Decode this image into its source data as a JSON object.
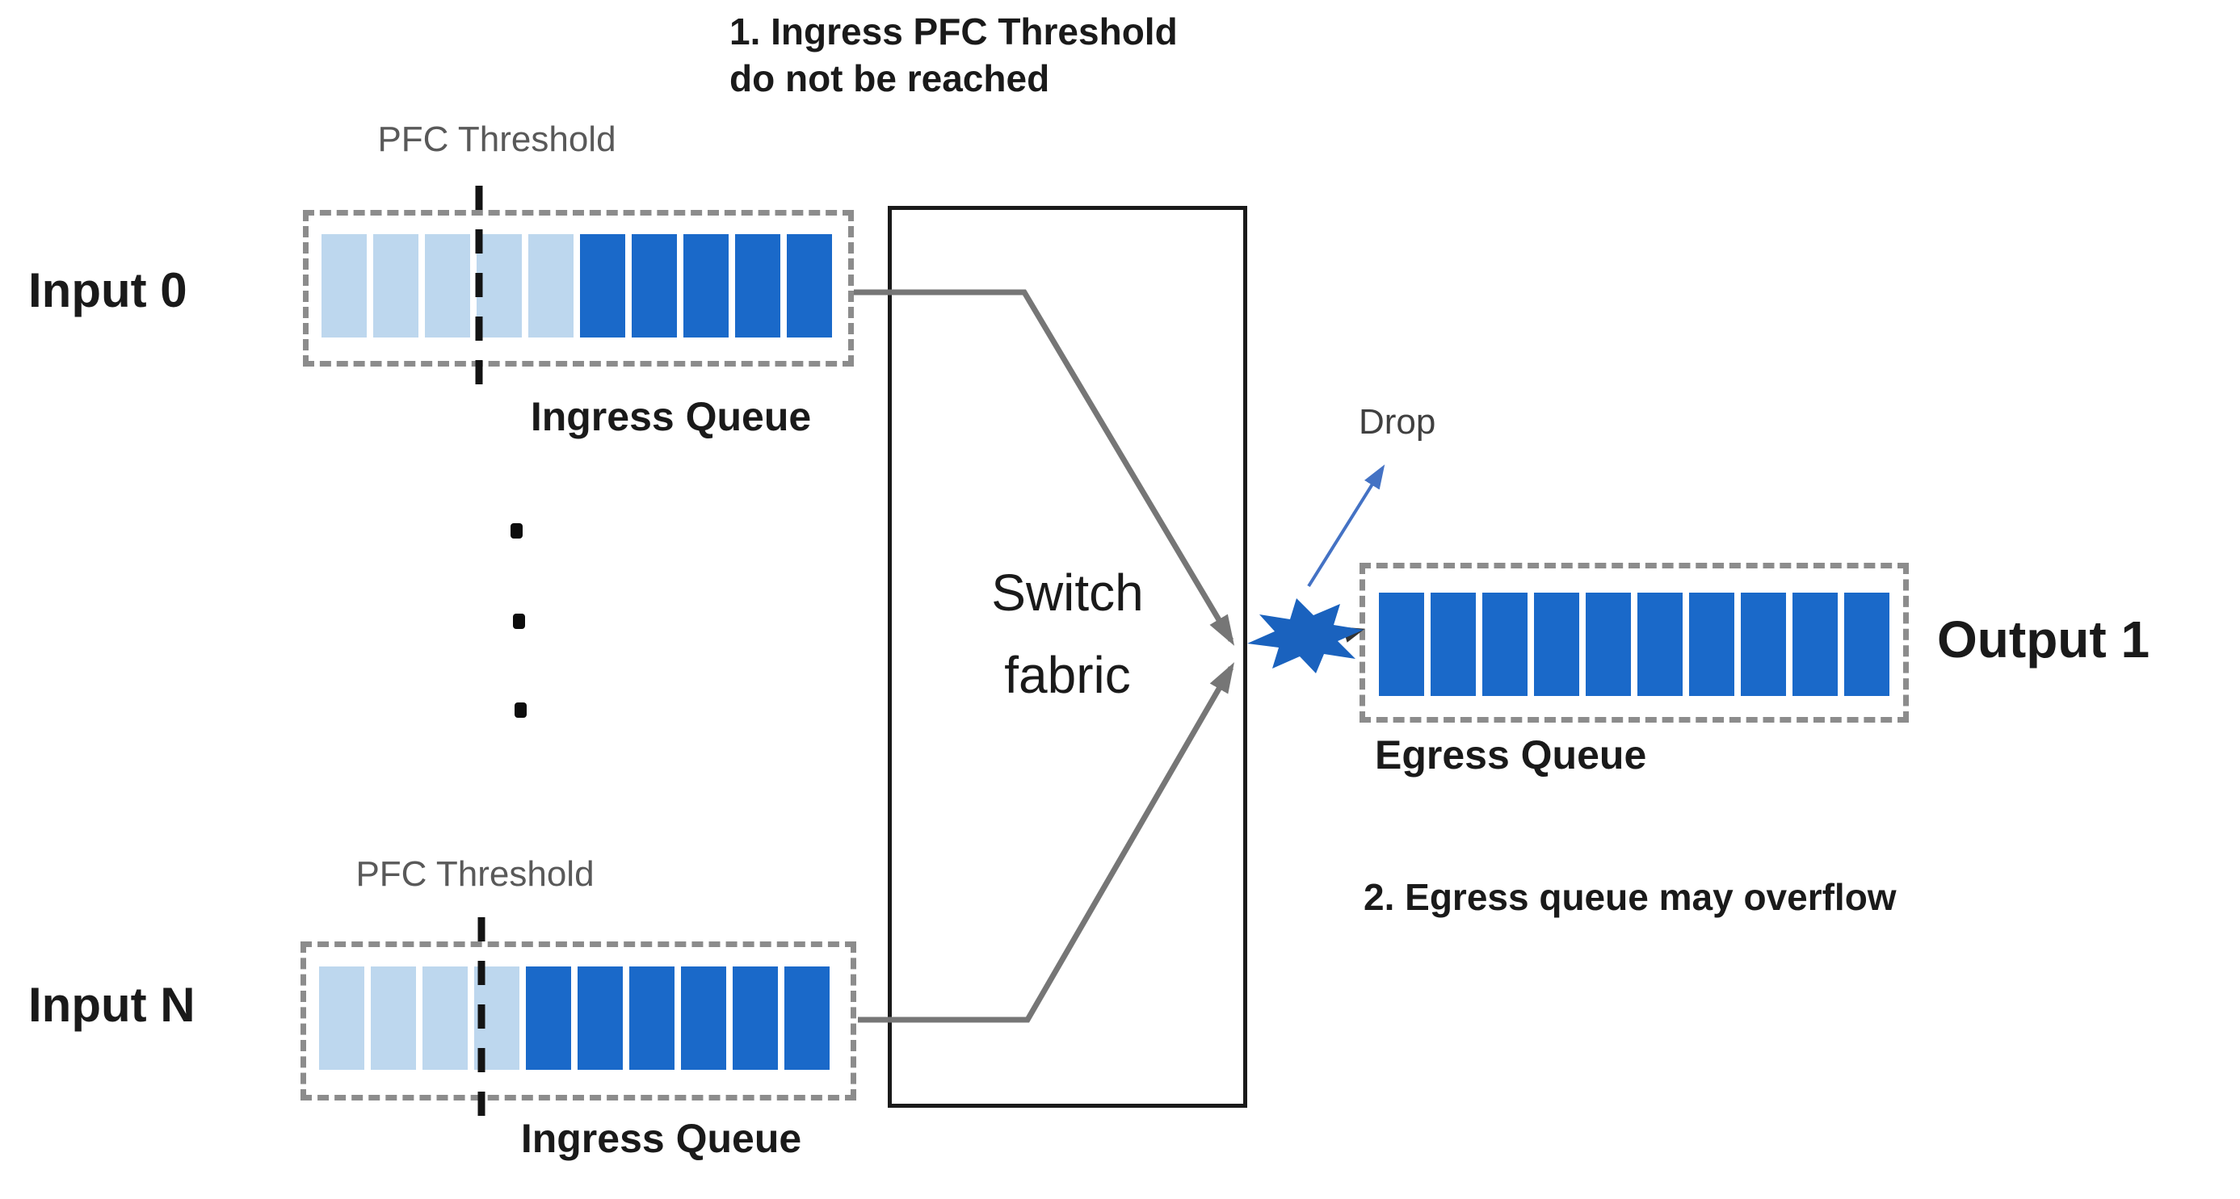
{
  "notes": {
    "note1_line1": "1. Ingress PFC Threshold",
    "note1_line2": "do not be reached",
    "note2": "2. Egress queue may overflow",
    "drop": "Drop"
  },
  "inputs": [
    {
      "label": "Input 0",
      "threshold_label": "PFC Threshold",
      "queue_label": "Ingress Queue",
      "cells": [
        "light",
        "light",
        "light",
        "light",
        "light",
        "dark",
        "dark",
        "dark",
        "dark",
        "dark"
      ]
    },
    {
      "label": "Input N",
      "threshold_label": "PFC Threshold",
      "queue_label": "Ingress Queue",
      "cells": [
        "light",
        "light",
        "light",
        "light",
        "dark",
        "dark",
        "dark",
        "dark",
        "dark",
        "dark"
      ]
    }
  ],
  "fabric": {
    "line1": "Switch",
    "line2": "fabric"
  },
  "output": {
    "label": "Output 1",
    "queue_label": "Egress Queue",
    "cells": [
      "dark",
      "dark",
      "dark",
      "dark",
      "dark",
      "dark",
      "dark",
      "dark",
      "dark",
      "dark"
    ]
  },
  "colors": {
    "cell_light": "#BDD7EE",
    "cell_dark": "#1A69C9",
    "burst_blue": "#1A62BE",
    "drop_arrow_blue": "#4472C4",
    "line_gray": "#767676",
    "queue_border_gray": "#8C8C8C",
    "label_gray": "#595959",
    "text_black": "#1A1A1A"
  }
}
